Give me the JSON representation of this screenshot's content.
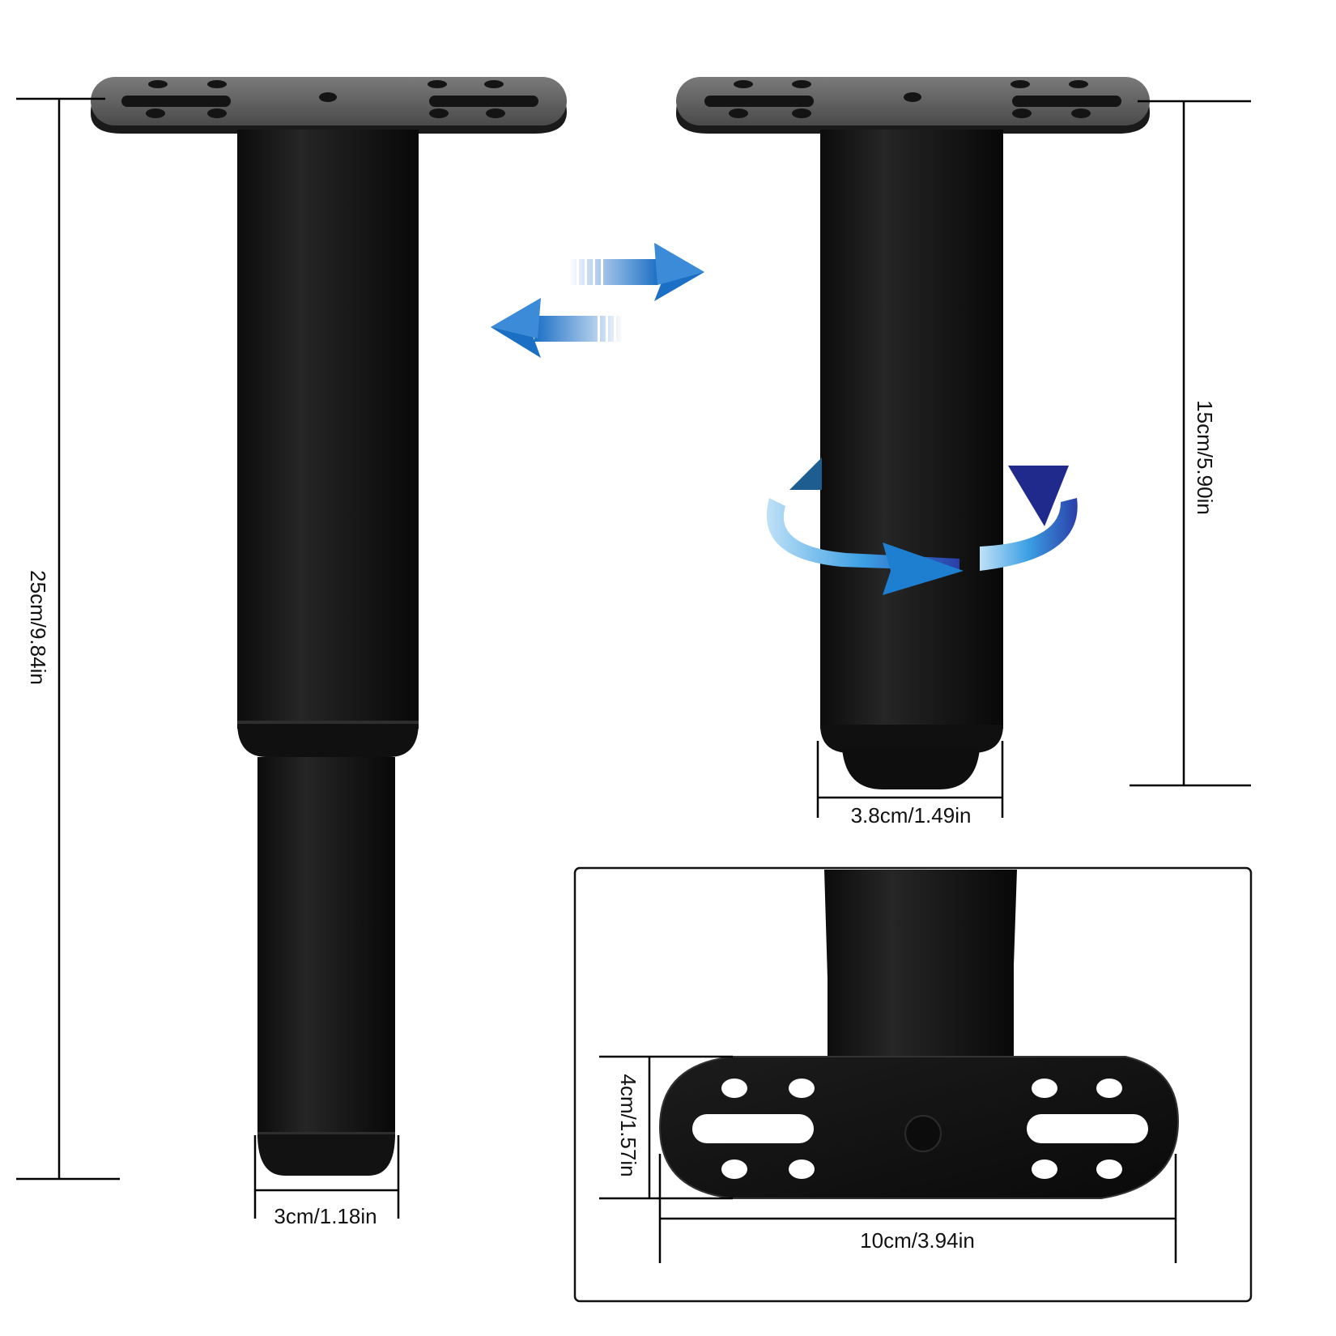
{
  "labels": {
    "extended_height": "25cm/9.84in",
    "retracted_height": "15cm/5.90in",
    "bottom_diameter": "3cm/1.18in",
    "tube_diameter": "3.8cm/1.49in",
    "plate_width": "10cm/3.94in",
    "plate_depth": "4cm/1.57in"
  },
  "colors": {
    "leg": "#141414",
    "plate": "#5a5a5a",
    "arrow_blue": "#1e7fd0",
    "arrow_navy": "#1f2a8c",
    "dimension_line": "#000000"
  },
  "icons": [
    "extend-arrow-icon",
    "retract-arrow-icon",
    "rotate-arrow-icon"
  ]
}
